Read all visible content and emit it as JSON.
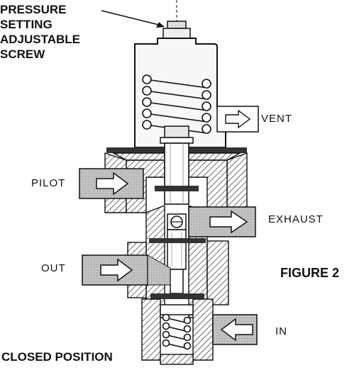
{
  "labels": {
    "pressure_line1": "PRESSURE",
    "pressure_line2": "SETTING",
    "pressure_line3": "ADJUSTABLE",
    "pressure_line4": "SCREW",
    "vent": "VENT",
    "pilot": "PILOT",
    "exhaust": "EXHAUST",
    "out": "OUT",
    "in": "IN",
    "figure": "FIGURE 2",
    "position": "CLOSED POSITION"
  },
  "colors": {
    "ink": "#111111",
    "channel_fill": "#c2c2c2",
    "body_fill": "#ffffff",
    "hatch": "#333333",
    "cap_fill": "#f7f7f7"
  }
}
